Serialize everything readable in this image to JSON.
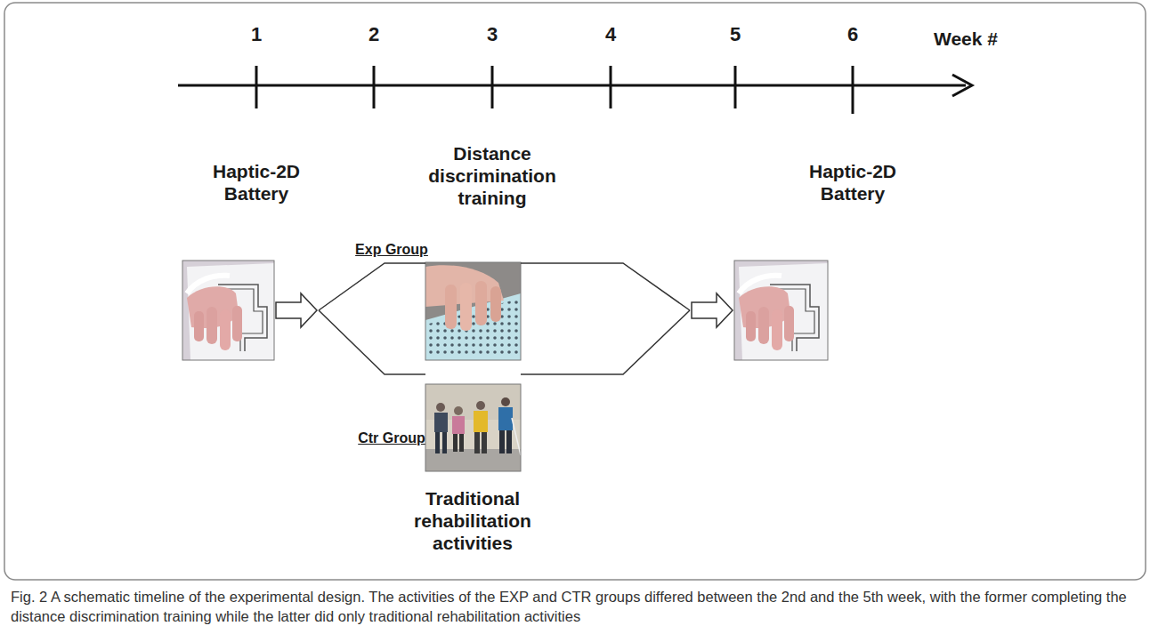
{
  "diagram": {
    "caption": "Fig. 2 A schematic timeline of the experimental design. The activities of the EXP and CTR groups differed between the 2nd and the 5th week, with the former completing the distance discrimination training while the latter did only traditional rehabilitation activities",
    "labels": [
      "1",
      "2",
      "3",
      "4",
      "5",
      "6",
      "Week #",
      "Haptic-2D Battery",
      "Distance discrimination training",
      "Haptic-2D Battery",
      "Exp Group",
      "Ctr Group",
      "Traditional rehabilitation activities"
    ]
  }
}
